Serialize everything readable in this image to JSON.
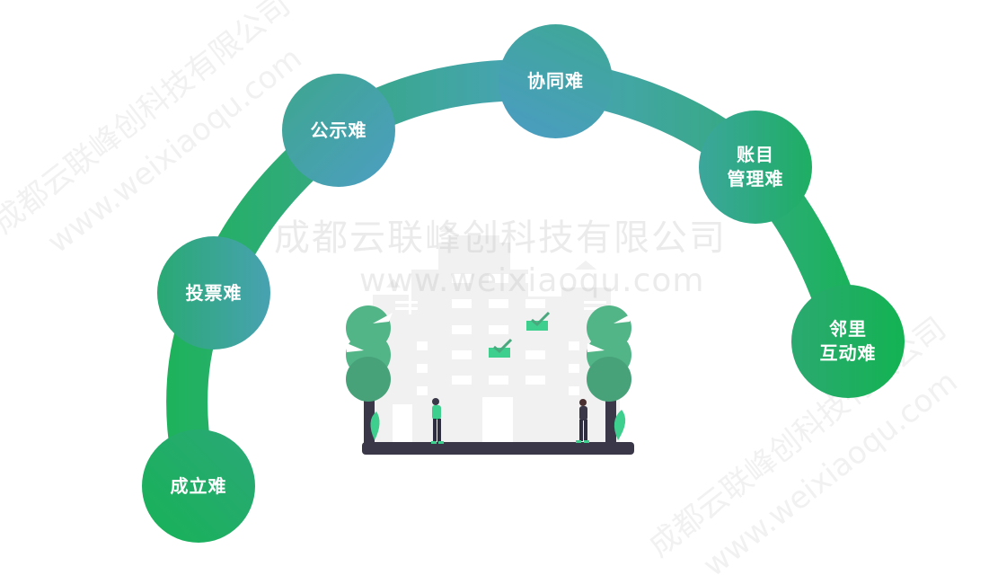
{
  "diagram": {
    "type": "arc-flow",
    "title": "",
    "arc_gradient": {
      "start_color": "#1db35a",
      "mid_color": "#4aa3ba",
      "end_color": "#1db35a"
    },
    "nodes": [
      {
        "id": "establish",
        "lines": [
          "成立难"
        ],
        "color_a": "#1cb25a",
        "color_b": "#2aa877"
      },
      {
        "id": "vote",
        "lines": [
          "投票难"
        ],
        "color_a": "#2aa972",
        "color_b": "#46a3ae"
      },
      {
        "id": "publicity",
        "lines": [
          "公示难"
        ],
        "color_a": "#3ea690",
        "color_b": "#4b9fbf"
      },
      {
        "id": "collaboration",
        "lines": [
          "协同难"
        ],
        "color_a": "#3ea895",
        "color_b": "#4b9dc2"
      },
      {
        "id": "accounts",
        "lines": [
          "账目",
          "管理难"
        ],
        "color_a": "#3da69a",
        "color_b": "#20ad66"
      },
      {
        "id": "neighbors",
        "lines": [
          "邻里",
          "互动难"
        ],
        "color_a": "#2aa971",
        "color_b": "#14b354"
      }
    ]
  },
  "illustration": {
    "description": "city-buildings-with-trees-and-two-people",
    "building_color": "#f0f0f0",
    "window_color": "#ffffff",
    "check_color": "#3ecf8e",
    "tree_color_light": "#52b587",
    "tree_color_dark": "#47a27a",
    "trunk_color": "#3a3848",
    "ground_color": "#3a3848",
    "plant_color": "#3ecf8e"
  },
  "watermarks": {
    "company": "成都云联峰创科技有限公司",
    "url": "www.weixiaoqu.com"
  }
}
